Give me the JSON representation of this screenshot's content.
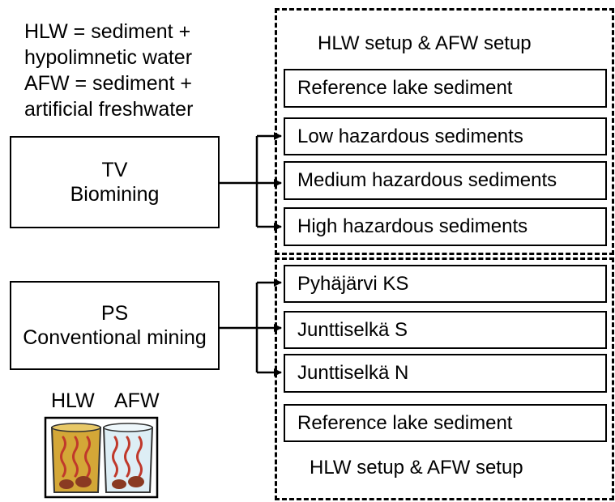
{
  "legend": {
    "line1": "HLW = sediment +",
    "line2": "hypolimnetic water",
    "line3": "AFW = sediment +",
    "line4": "artificial freshwater"
  },
  "sources": {
    "tv": {
      "line1": "TV",
      "line2": "Biomining"
    },
    "ps": {
      "line1": "PS",
      "line2": "Conventional mining"
    }
  },
  "group_top": {
    "title": "HLW setup & AFW setup",
    "items": [
      "Reference lake sediment",
      "Low hazardous sediments",
      "Medium hazardous sediments",
      "High hazardous sediments"
    ]
  },
  "group_bottom": {
    "title": "HLW setup & AFW setup",
    "items": [
      "Pyhäjärvi KS",
      "Junttiselkä S",
      "Junttiselkä N",
      "Reference lake sediment"
    ]
  },
  "beakers": {
    "left_label": "HLW",
    "right_label": "AFW",
    "left_color": "#d4a737",
    "right_color": "#ddeef5",
    "sediment_color": "#8a3a22",
    "worm_color": "#c0392b"
  }
}
